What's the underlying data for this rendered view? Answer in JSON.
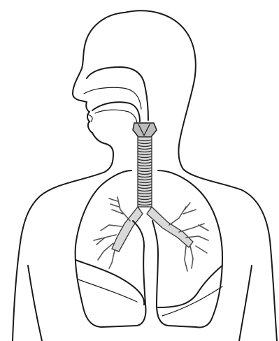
{
  "figure": {
    "structures": [
      "head-outline",
      "nasal-cavity",
      "oral-cavity",
      "larynx",
      "trachea",
      "bronchi",
      "bronchioles",
      "right-lung",
      "left-lung",
      "diaphragm",
      "torso-outline"
    ],
    "colors": {
      "ink": "#1a1a1a",
      "airway_fill": "#d9d9d9",
      "airway_ring": "#333333",
      "background": "#ffffff"
    }
  }
}
